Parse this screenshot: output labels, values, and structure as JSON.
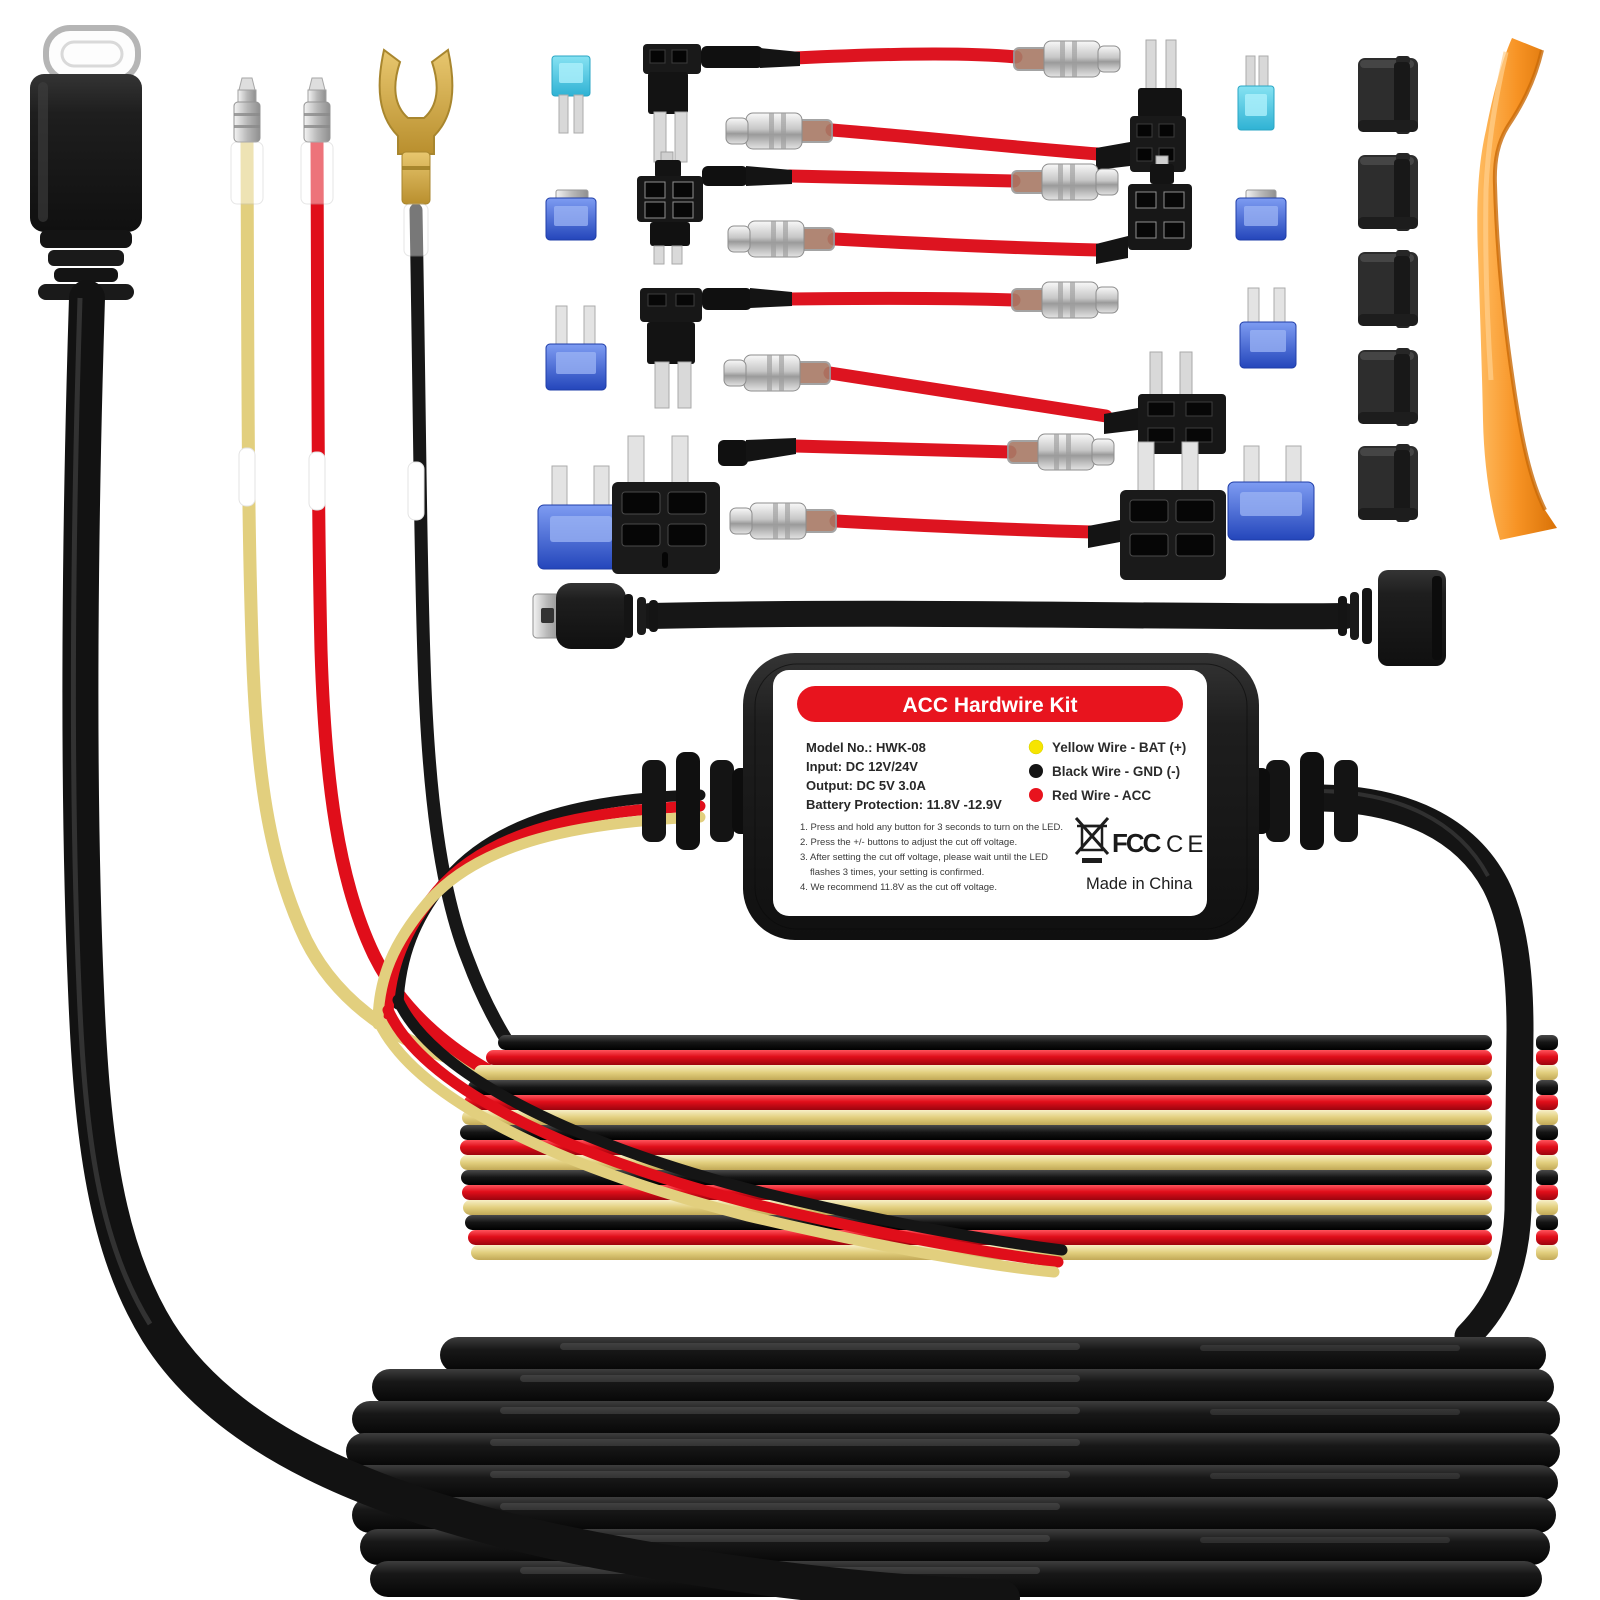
{
  "image": {
    "kind": "product-photo",
    "subject": "Dash cam ACC hardwire kit with fuse taps, fuses, clips, pry tool and coiled cables",
    "background_color": "#ffffff"
  },
  "device_label": {
    "title": "ACC Hardwire Kit",
    "title_bg_color": "#e8141e",
    "specs": [
      "Model No.: HWK-08",
      "Input: DC 12V/24V",
      "Output: DC 5V 3.0A",
      "Battery Protection: 11.8V -12.9V"
    ],
    "legend": [
      {
        "dot_color": "#f7e400",
        "text": "Yellow Wire - BAT (+)"
      },
      {
        "dot_color": "#141414",
        "text": "Black Wire - GND (-)"
      },
      {
        "dot_color": "#e8131d",
        "text": "Red Wire - ACC"
      }
    ],
    "instructions": [
      "1. Press and hold any button for 3 seconds to turn on the LED.",
      "2. Press the +/- buttons to adjust the cut off voltage.",
      "3. After setting the cut off voltage, please wait until the LED",
      "flashes 3 times, your setting is confirmed.",
      "4. We recommend 11.8V as the cut off voltage."
    ],
    "certifications": {
      "fcc": "FCC",
      "ce": "CE"
    },
    "made_in": "Made in China"
  },
  "components": {
    "usb_c_connector": {
      "name": "usb-c-plug-with-cable",
      "color": "#141414"
    },
    "bat_terminal": {
      "name": "yellow-bat-pin-terminal",
      "wire_color": "#e2cf7e"
    },
    "acc_terminal": {
      "name": "red-acc-pin-terminal",
      "wire_color": "#e00e1a"
    },
    "gnd_terminal": {
      "name": "gold-fork-ground-terminal",
      "wire_color": "#141414",
      "metal_color": "#c9a43e"
    },
    "fuse_taps": {
      "count": 8,
      "types": [
        "Micro2",
        "Low-profile Mini",
        "Mini",
        "ATO"
      ],
      "wire_color": "#dd1420"
    },
    "fuses": {
      "count": 8,
      "types": [
        "Micro2",
        "Low-profile Mini",
        "Mini",
        "ATO"
      ],
      "colors": [
        "#45c6e6",
        "#2f62d9",
        "#3a6ae0",
        "#2f5fd0"
      ]
    },
    "wire_clips": {
      "count": 5,
      "color": "#2d2d2d"
    },
    "pry_tool": {
      "color": "#f79324"
    },
    "mini_usb_adapter": {
      "name": "mini-usb-adapter-cable",
      "color": "#1b1b1b"
    },
    "hardwire_box": {
      "name": "voltage-converter-box",
      "color": "#1c1c1c"
    },
    "flat_wire_coil": {
      "stripe_colors": [
        "#101010",
        "#e00e1a",
        "#e2cf7e"
      ]
    },
    "black_cable_coil": {
      "color": "#0d0d0d"
    }
  }
}
